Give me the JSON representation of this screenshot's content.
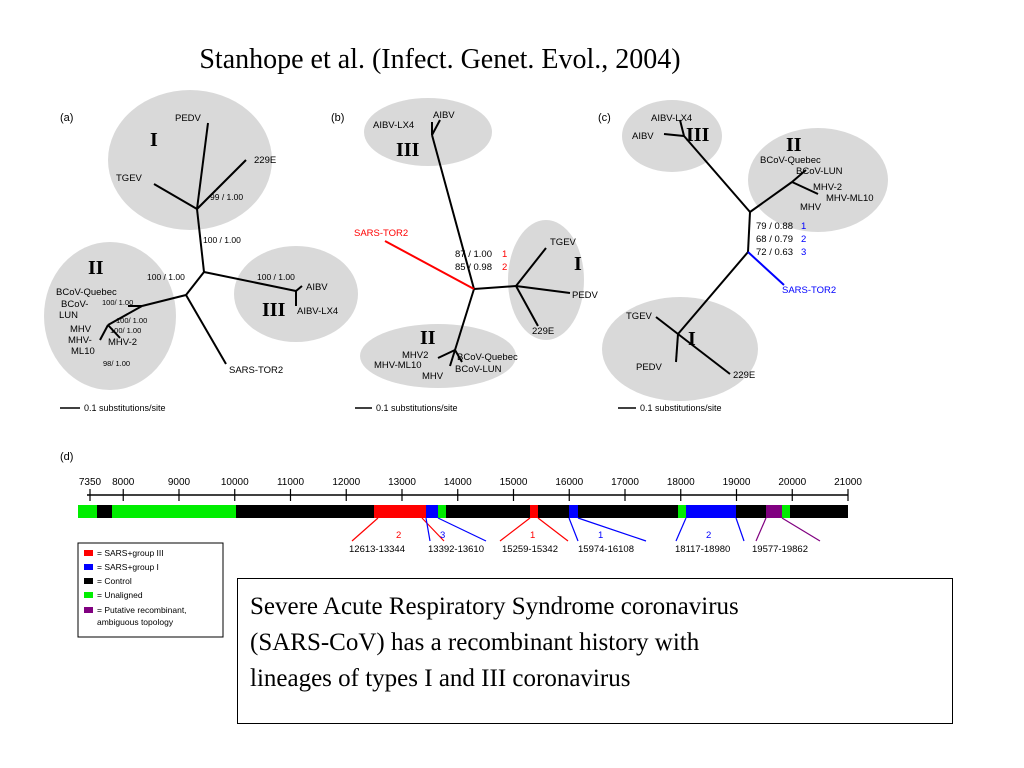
{
  "slide": {
    "title": "Stanhope et al. (Infect. Genet. Evol., 2004)",
    "caption_lines": [
      "Severe Acute Respiratory Syndrome coronavirus",
      "(SARS-CoV) has a recombinant history with",
      "lineages of types I and III coronavirus"
    ]
  },
  "panels": {
    "a": {
      "label": "(a)",
      "clades": [
        "I",
        "II",
        "III"
      ],
      "taxa": [
        "PEDV",
        "229E",
        "TGEV",
        "BCoV-Quebec",
        "BCoV-",
        "LUN",
        "MHV",
        "MHV-",
        "ML10",
        "MHV-2",
        "AIBV",
        "AIBV-LX4",
        "SARS-TOR2"
      ],
      "supports": [
        "99 / 1.00",
        "100 / 1.00",
        "100 / 1.00",
        "100 / 1.00",
        "100/ 1.00",
        "100/ 1.00",
        "100/ 1.00",
        "98/ 1.00"
      ],
      "scale": "0.1 substitutions/site"
    },
    "b": {
      "label": "(b)",
      "clades": [
        "III",
        "I",
        "II"
      ],
      "taxa": [
        "AIBV",
        "AIBV-LX4",
        "SARS-TOR2",
        "TGEV",
        "PEDV",
        "229E",
        "MHV2",
        "MHV-ML10",
        "MHV",
        "BCoV-Quebec",
        "BCoV-LUN"
      ],
      "supports": [
        {
          "text": "87 / 1.00",
          "num": "1"
        },
        {
          "text": "85 / 0.98",
          "num": "2"
        }
      ],
      "scale": "0.1 substitutions/site"
    },
    "c": {
      "label": "(c)",
      "clades": [
        "III",
        "II",
        "I"
      ],
      "taxa": [
        "AIBV-LX4",
        "AIBV",
        "BCoV-Quebec",
        "BCoV-LUN",
        "MHV-2",
        "MHV-ML10",
        "MHV",
        "SARS-TOR2",
        "TGEV",
        "PEDV",
        "229E"
      ],
      "supports": [
        {
          "text": "79 / 0.88",
          "num": "1"
        },
        {
          "text": "68 / 0.79",
          "num": "2"
        },
        {
          "text": "72 / 0.63",
          "num": "3"
        }
      ],
      "scale": "0.1 substitutions/site"
    },
    "d": {
      "label": "(d)",
      "ticks": [
        "7350",
        "8000",
        "9000",
        "10000",
        "11000",
        "12000",
        "13000",
        "14000",
        "15000",
        "16000",
        "17000",
        "18000",
        "19000",
        "20000",
        "21000"
      ],
      "regions": [
        {
          "num": "2",
          "range": "12613-13344",
          "color": "#ff0000"
        },
        {
          "num": "3",
          "range": "13392-13610",
          "color": "#0000ff"
        },
        {
          "num": "1",
          "range": "15259-15342",
          "color": "#ff0000"
        },
        {
          "num": "1",
          "range": "15974-16108",
          "color": "#0000ff"
        },
        {
          "num": "2",
          "range": "18117-18980",
          "color": "#0000ff"
        },
        {
          "num": "",
          "range": "19577-19862",
          "color": "#800080"
        }
      ],
      "legend": [
        {
          "label": "= SARS+group III",
          "color": "#ff0000"
        },
        {
          "label": "= SARS+group I",
          "color": "#0000ff"
        },
        {
          "label": "= Control",
          "color": "#000000"
        },
        {
          "label": "= Unaligned",
          "color": "#00ee00"
        },
        {
          "label": "= Putative recombinant,",
          "label2": "ambiguous topology",
          "color": "#800080"
        }
      ]
    }
  }
}
